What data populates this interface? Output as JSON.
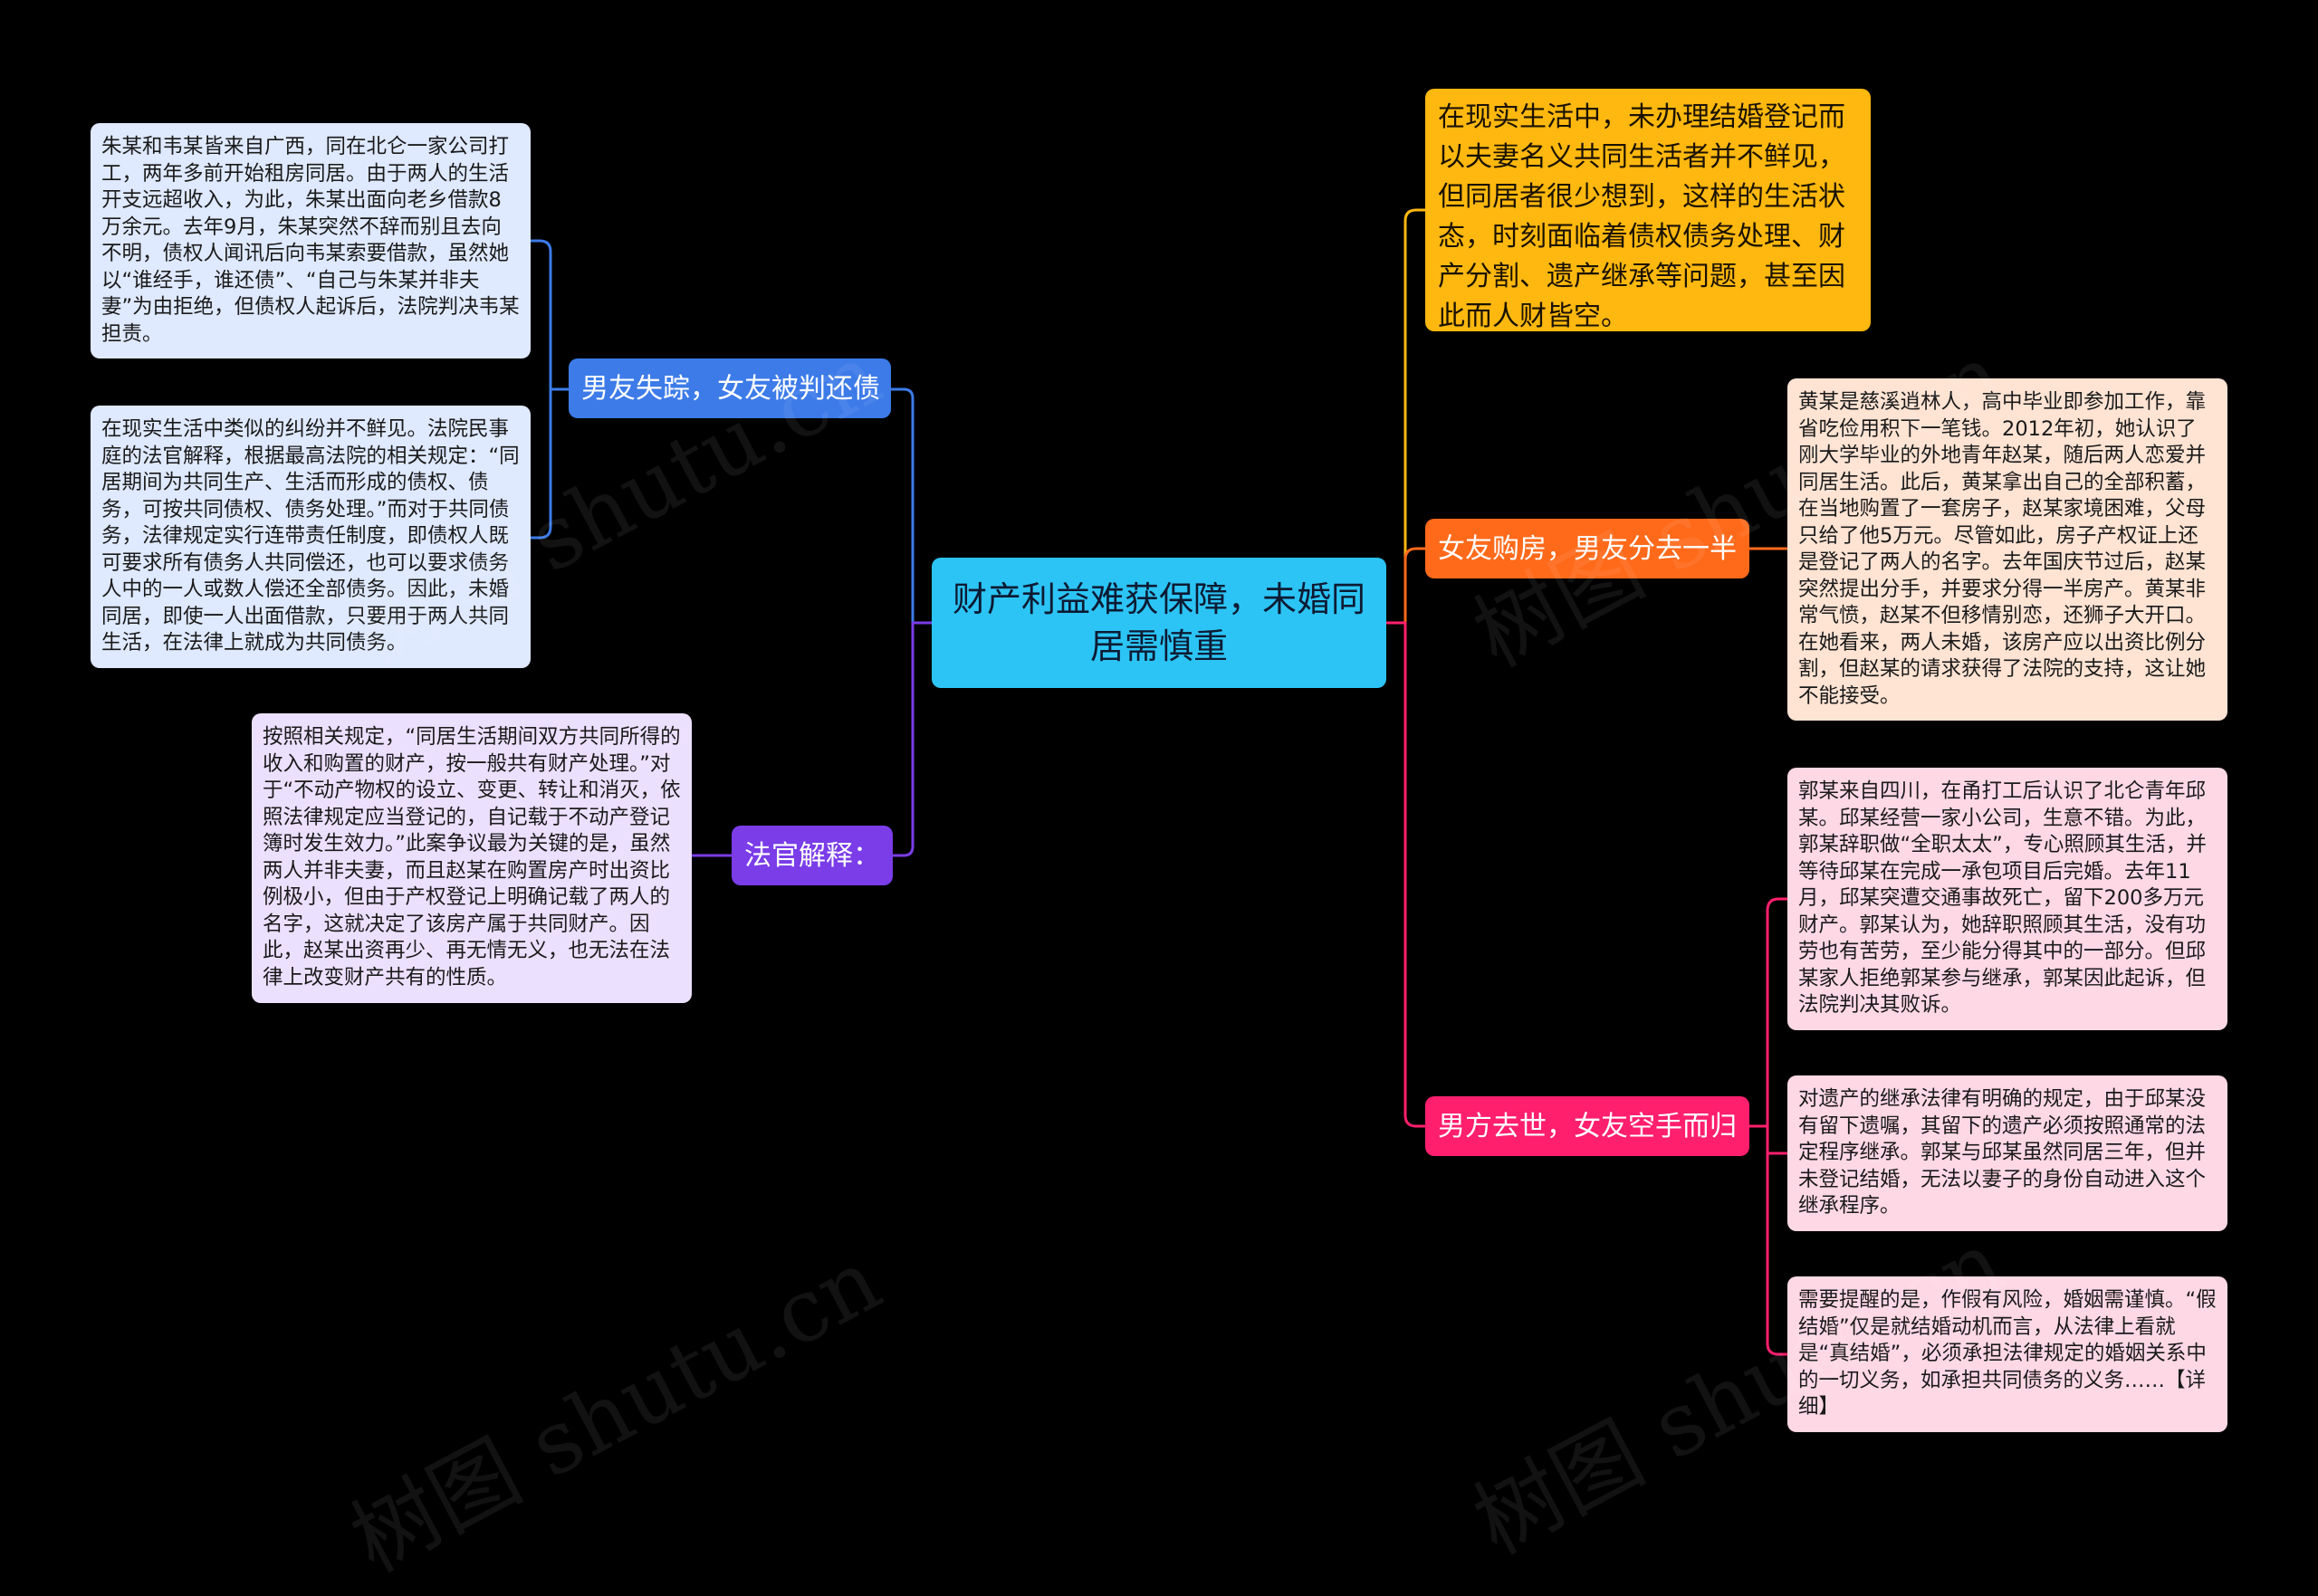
{
  "center": {
    "title": "财产利益难获保障，未婚同居需慎重"
  },
  "branches": {
    "top_right": {
      "text": "在现实生活中，未办理结婚登记而以夫妻名义共同生活者并不鲜见，但同居者很少想到，这样的生活状态，时刻面临着债权债务处理、财产分割、遗产继承等问题，甚至因此而人财皆空。"
    },
    "right_1": {
      "label": "女友购房，男友分去一半"
    },
    "right_2": {
      "label": "男方去世，女友空手而归"
    },
    "left_1": {
      "label": "男友失踪，女友被判还债"
    },
    "left_2": {
      "label": "法官解释："
    }
  },
  "leaves": {
    "left_1_a": "朱某和韦某皆来自广西，同在北仑一家公司打工，两年多前开始租房同居。由于两人的生活开支远超收入，为此，朱某出面向老乡借款8万余元。去年9月，朱某突然不辞而别且去向不明，债权人闻讯后向韦某索要借款，虽然她以“谁经手，谁还债”、“自己与朱某并非夫妻”为由拒绝，但债权人起诉后，法院判决韦某担责。",
    "left_1_b": "在现实生活中类似的纠纷并不鲜见。法院民事庭的法官解释，根据最高法院的相关规定：“同居期间为共同生产、生活而形成的债权、债务，可按共同债权、债务处理。”而对于共同债务，法律规定实行连带责任制度，即债权人既可要求所有债务人共同偿还，也可以要求债务人中的一人或数人偿还全部债务。因此，未婚同居，即使一人出面借款，只要用于两人共同生活，在法律上就成为共同债务。",
    "left_2_a": "按照相关规定，“同居生活期间双方共同所得的收入和购置的财产，按一般共有财产处理。”对于“不动产物权的设立、变更、转让和消灭，依照法律规定应当登记的，自记载于不动产登记簿时发生效力。”此案争议最为关键的是，虽然两人并非夫妻，而且赵某在购置房产时出资比例极小，但由于产权登记上明确记载了两人的名字，这就决定了该房产属于共同财产。因此，赵某出资再少、再无情无义，也无法在法律上改变财产共有的性质。",
    "right_1_a": "黄某是慈溪逍林人，高中毕业即参加工作，靠省吃俭用积下一笔钱。2012年初，她认识了刚大学毕业的外地青年赵某，随后两人恋爱并同居生活。此后，黄某拿出自己的全部积蓄，在当地购置了一套房子，赵某家境困难，父母只给了他5万元。尽管如此，房子产权证上还是登记了两人的名字。去年国庆节过后，赵某突然提出分手，并要求分得一半房产。黄某非常气愤，赵某不但移情别恋，还狮子大开口。在她看来，两人未婚，该房产应以出资比例分割，但赵某的请求获得了法院的支持，这让她不能接受。",
    "right_2_a": "郭某来自四川，在甬打工后认识了北仑青年邱某。邱某经营一家小公司，生意不错。为此，郭某辞职做“全职太太”，专心照顾其生活，并等待邱某在完成一承包项目后完婚。去年11月，邱某突遭交通事故死亡，留下200多万元财产。郭某认为，她辞职照顾其生活，没有功劳也有苦劳，至少能分得其中的一部分。但邱某家人拒绝郭某参与继承，郭某因此起诉，但法院判决其败诉。",
    "right_2_b": "对遗产的继承法律有明确的规定，由于邱某没有留下遗嘱，其留下的遗产必须按照通常的法定程序继承。郭某与邱某虽然同居三年，但并未登记结婚，无法以妻子的身份自动进入这个继承程序。",
    "right_2_c": "需要提醒的是，作假有风险，婚姻需谨慎。“假结婚”仅是就结婚动机而言，从法律上看就是“真结婚”，必须承担法律规定的婚姻关系中的一切义务，如承担共同债务的义务……【详细】"
  },
  "watermarks": [
    "树图 shutu.cn",
    "树图 shutu.cn",
    "树图 shutu.cn",
    "树图 shutu.cn"
  ],
  "colors": {
    "background": "#000000",
    "center": "#2cc4f5",
    "branch_blue": "#3d7be9",
    "branch_purple": "#7a3de8",
    "branch_yellow": "#ffb80f",
    "branch_orange": "#ff6a1a",
    "branch_pink": "#ff1f6d"
  }
}
